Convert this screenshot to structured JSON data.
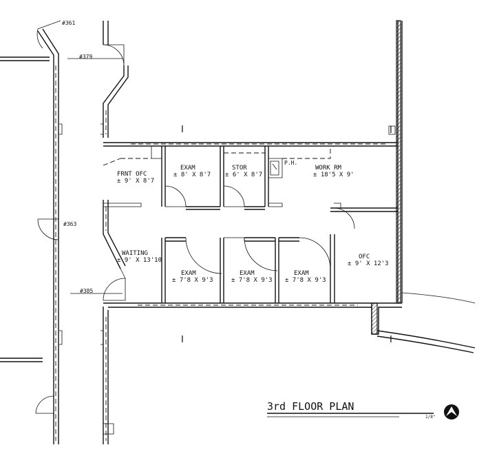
{
  "plan": {
    "title": "3rd FLOOR PLAN",
    "scale": "1/8\"",
    "column_mark": "I",
    "unit_numbers": [
      "#361",
      "#379",
      "#363",
      "#385"
    ],
    "rooms": [
      {
        "name": "FRNT OFC",
        "size": "± 9' X 8'7"
      },
      {
        "name": "EXAM",
        "size": "± 8' X 8'7"
      },
      {
        "name": "STOR",
        "size": "± 6' X 8'7"
      },
      {
        "name": "WORK RM",
        "size": "± 18'5 X 9'"
      },
      {
        "name": "WAITING",
        "size": "± 9' X 13'10"
      },
      {
        "name": "EXAM",
        "size": "± 7'8 X 9'3"
      },
      {
        "name": "EXAM",
        "size": "± 7'8 X 9'3"
      },
      {
        "name": "EXAM",
        "size": "± 7'8 X 9'3"
      },
      {
        "name": "OFC",
        "size": "± 9' X 12'3"
      }
    ],
    "fixture_label": "P.H."
  }
}
